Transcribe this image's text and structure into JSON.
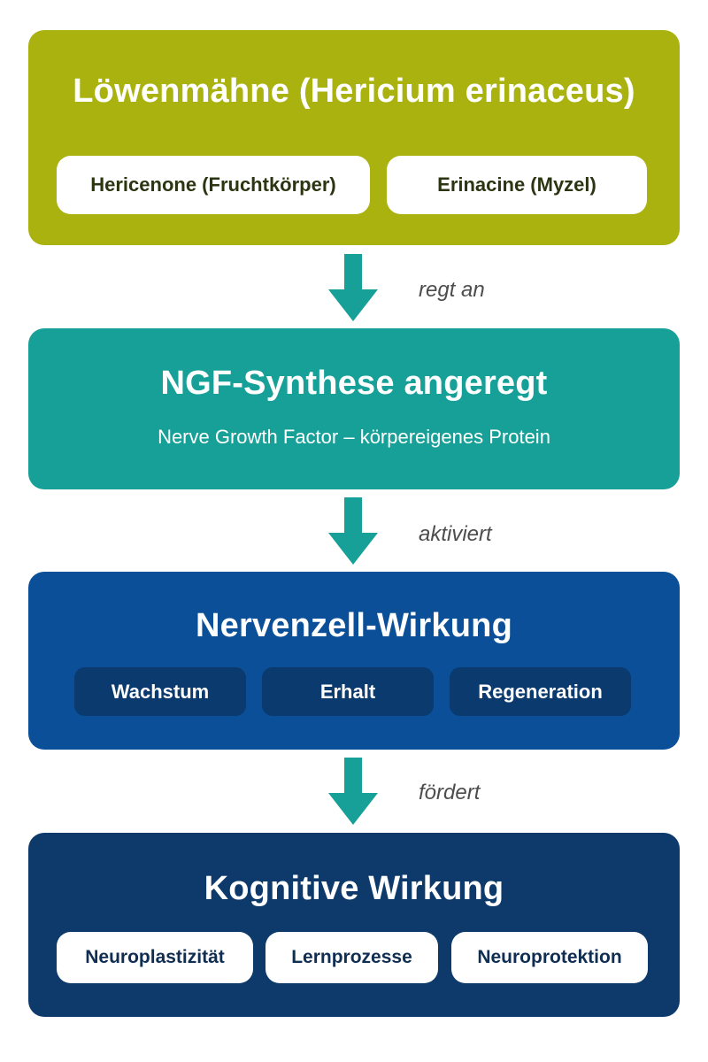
{
  "colors": {
    "box1": "#a9b20e",
    "box2": "#16a097",
    "box3": "#0a4f98",
    "box4": "#0d3a6a",
    "arrow": "#16a097"
  },
  "box1": {
    "title": "Löwenmähne (Hericium erinaceus)",
    "pills": [
      "Hericenone (Fruchtkörper)",
      "Erinacine (Myzel)"
    ]
  },
  "arrow1": {
    "label": "regt an"
  },
  "box2": {
    "title": "NGF-Synthese angeregt",
    "subtitle": "Nerve Growth Factor – körpereigenes Protein"
  },
  "arrow2": {
    "label": "aktiviert"
  },
  "box3": {
    "title": "Nervenzell-Wirkung",
    "pills": [
      "Wachstum",
      "Erhalt",
      "Regeneration"
    ]
  },
  "arrow3": {
    "label": "fördert"
  },
  "box4": {
    "title": "Kognitive Wirkung",
    "pills": [
      "Neuroplastizität",
      "Lernprozesse",
      "Neuroprotektion"
    ]
  }
}
